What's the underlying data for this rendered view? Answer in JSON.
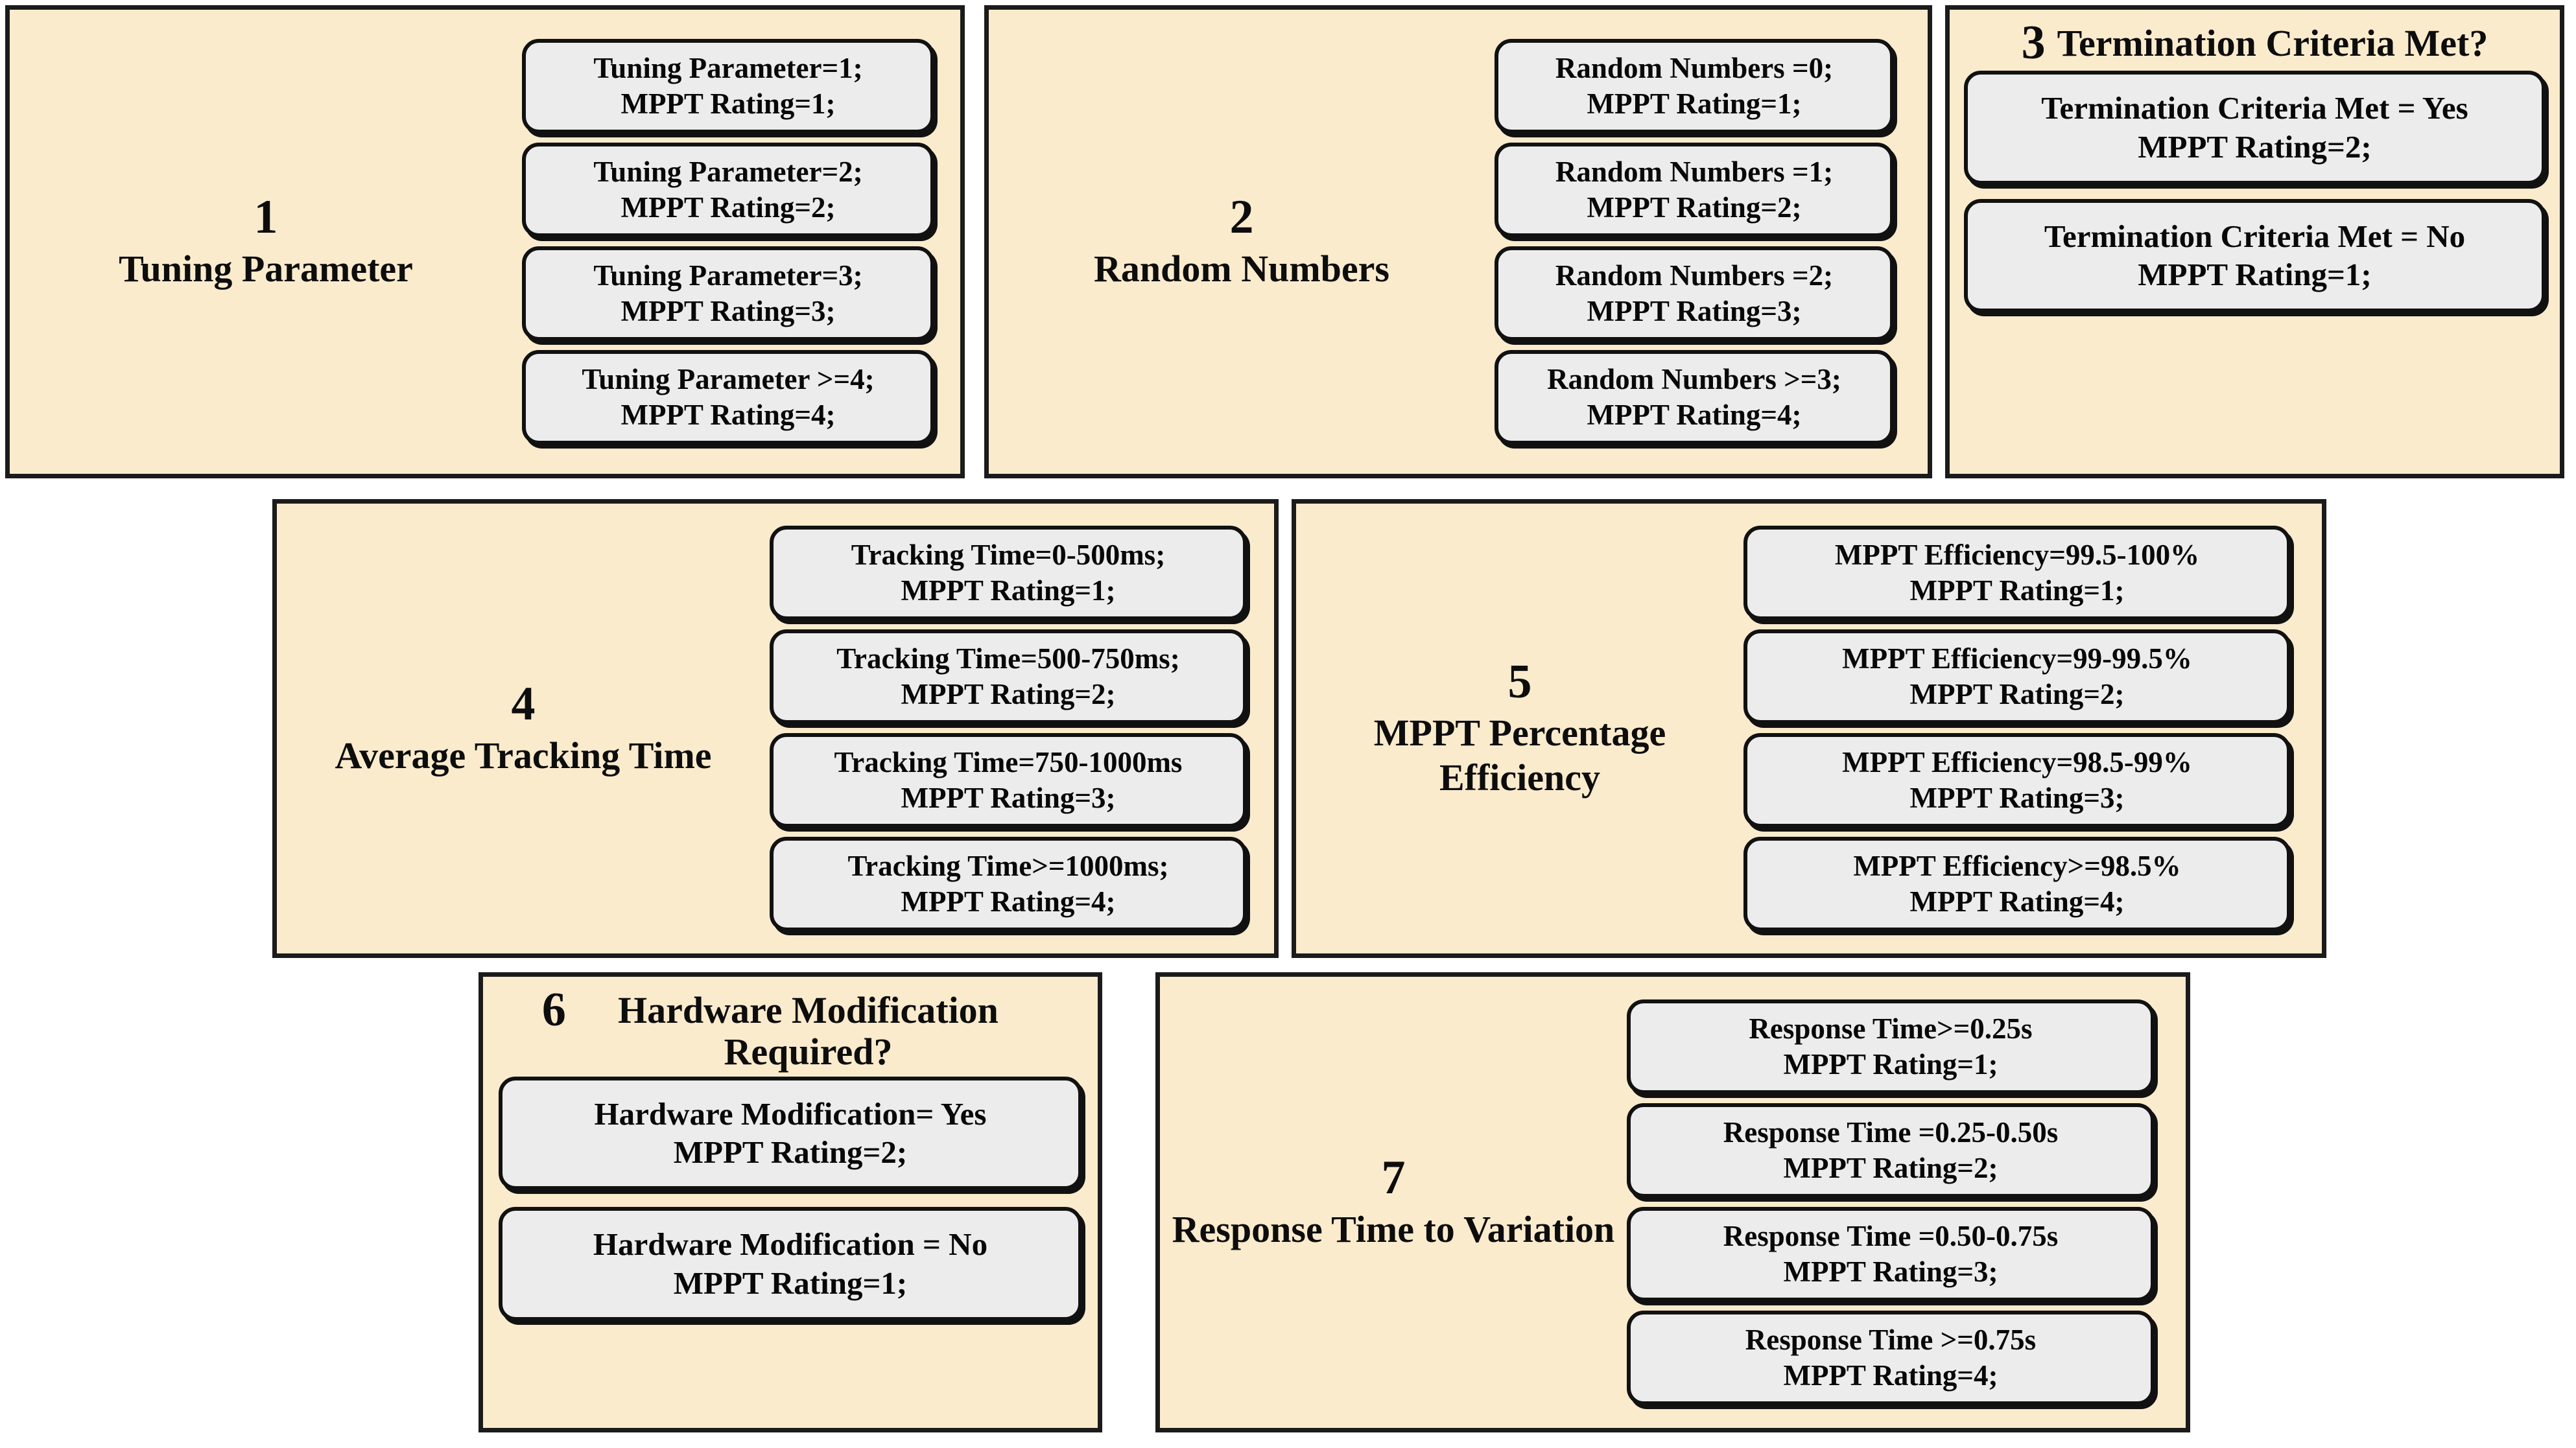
{
  "diagram": {
    "title": "MPPT Rating Criteria Panels",
    "panel_bg": "#FAEBCD",
    "rule_bg": "#ECECEC",
    "border_color": "#111111"
  },
  "panels": [
    {
      "number": "1",
      "label": "Tuning Parameter",
      "layout": "split",
      "rules": [
        "Tuning Parameter=1;\nMPPT Rating=1;",
        "Tuning Parameter=2;\nMPPT Rating=2;",
        "Tuning Parameter=3;\nMPPT Rating=3;",
        "Tuning Parameter >=4;\nMPPT Rating=4;"
      ]
    },
    {
      "number": "2",
      "label": "Random Numbers",
      "layout": "split",
      "rules": [
        "Random Numbers =0;\nMPPT Rating=1;",
        "Random Numbers =1;\nMPPT Rating=2;",
        "Random Numbers =2;\nMPPT Rating=3;",
        "Random Numbers >=3;\nMPPT Rating=4;"
      ]
    },
    {
      "number": "3",
      "label": "Termination Criteria Met?",
      "layout": "stack",
      "rules": [
        "Termination Criteria Met = Yes\nMPPT Rating=2;",
        "Termination Criteria Met = No\nMPPT Rating=1;"
      ]
    },
    {
      "number": "4",
      "label": "Average Tracking Time",
      "layout": "split",
      "rules": [
        "Tracking Time=0-500ms;\nMPPT Rating=1;",
        "Tracking Time=500-750ms;\nMPPT Rating=2;",
        "Tracking Time=750-1000ms\nMPPT Rating=3;",
        "Tracking Time>=1000ms;\nMPPT Rating=4;"
      ]
    },
    {
      "number": "5",
      "label": "MPPT Percentage Efficiency",
      "layout": "split",
      "rules": [
        "MPPT Efficiency=99.5-100%\nMPPT Rating=1;",
        "MPPT Efficiency=99-99.5%\nMPPT Rating=2;",
        "MPPT Efficiency=98.5-99%\nMPPT Rating=3;",
        "MPPT Efficiency>=98.5%\nMPPT Rating=4;"
      ]
    },
    {
      "number": "6",
      "label": "Hardware Modification Required?",
      "layout": "stack",
      "rules": [
        "Hardware Modification= Yes\nMPPT Rating=2;",
        "Hardware Modification = No\nMPPT Rating=1;"
      ]
    },
    {
      "number": "7",
      "label": "Response Time to Variation",
      "layout": "split",
      "rules": [
        "Response Time>=0.25s\nMPPT Rating=1;",
        "Response Time =0.25-0.50s\nMPPT Rating=2;",
        "Response Time =0.50-0.75s\nMPPT Rating=3;",
        "Response Time >=0.75s\nMPPT Rating=4;"
      ]
    }
  ]
}
